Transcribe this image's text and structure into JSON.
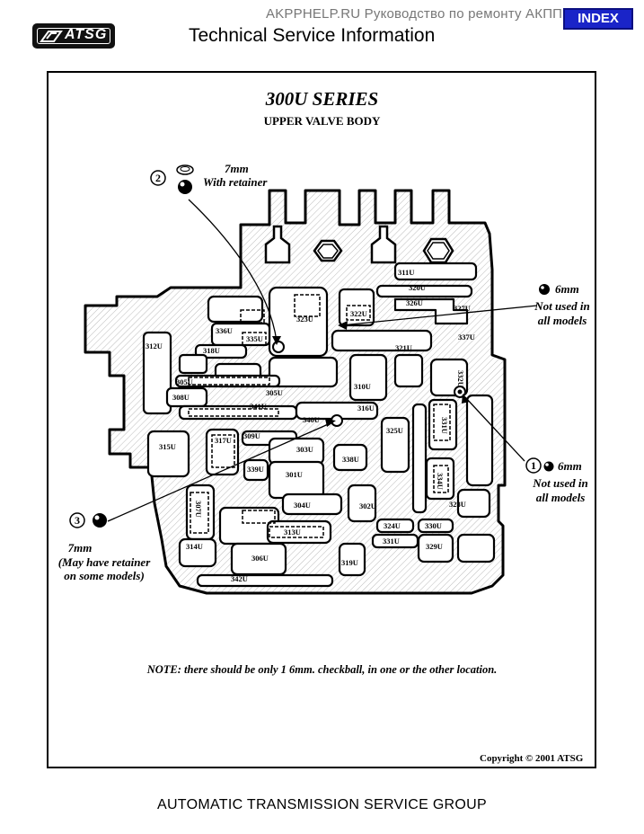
{
  "header": {
    "watermark": "AKPPHELP.RU Руководство по ремонту АКПП",
    "index_button": "INDEX",
    "logo_text": "ATSG",
    "title": "Technical Service Information"
  },
  "figure": {
    "title": "300U SERIES",
    "subtitle": "UPPER VALVE BODY",
    "callouts": {
      "c2_number": "2",
      "c2_size": "7mm",
      "c2_detail": "With retainer",
      "c_right_top_size": "6mm",
      "c_right_top_line1": "Not used in",
      "c_right_top_line2": "all models",
      "c1_number": "1",
      "c1_size": "6mm",
      "c1_line1": "Not used in",
      "c1_line2": "all models",
      "c3_number": "3",
      "c3_size": "7mm",
      "c3_line1": "(May have retainer",
      "c3_line2": "on some models)"
    },
    "part_labels": [
      "311U",
      "320U",
      "326U",
      "327U",
      "322U",
      "323U",
      "336U",
      "335U",
      "318U",
      "321U",
      "337U",
      "312U",
      "305U",
      "308U",
      "305U",
      "310U",
      "332U",
      "341U",
      "340U",
      "316U",
      "325U",
      "331U",
      "309U",
      "315U",
      "317U",
      "303U",
      "338U",
      "301U",
      "339U",
      "307U",
      "304U",
      "302U",
      "328U",
      "334U",
      "313U",
      "324U",
      "330U",
      "314U",
      "306U",
      "331U",
      "329U",
      "319U",
      "342U"
    ],
    "note": "NOTE: there should be only 1 6mm. checkball, in one or the other location.",
    "copyright": "Copyright © 2001 ATSG"
  },
  "footer": {
    "text": "AUTOMATIC TRANSMISSION SERVICE GROUP"
  }
}
